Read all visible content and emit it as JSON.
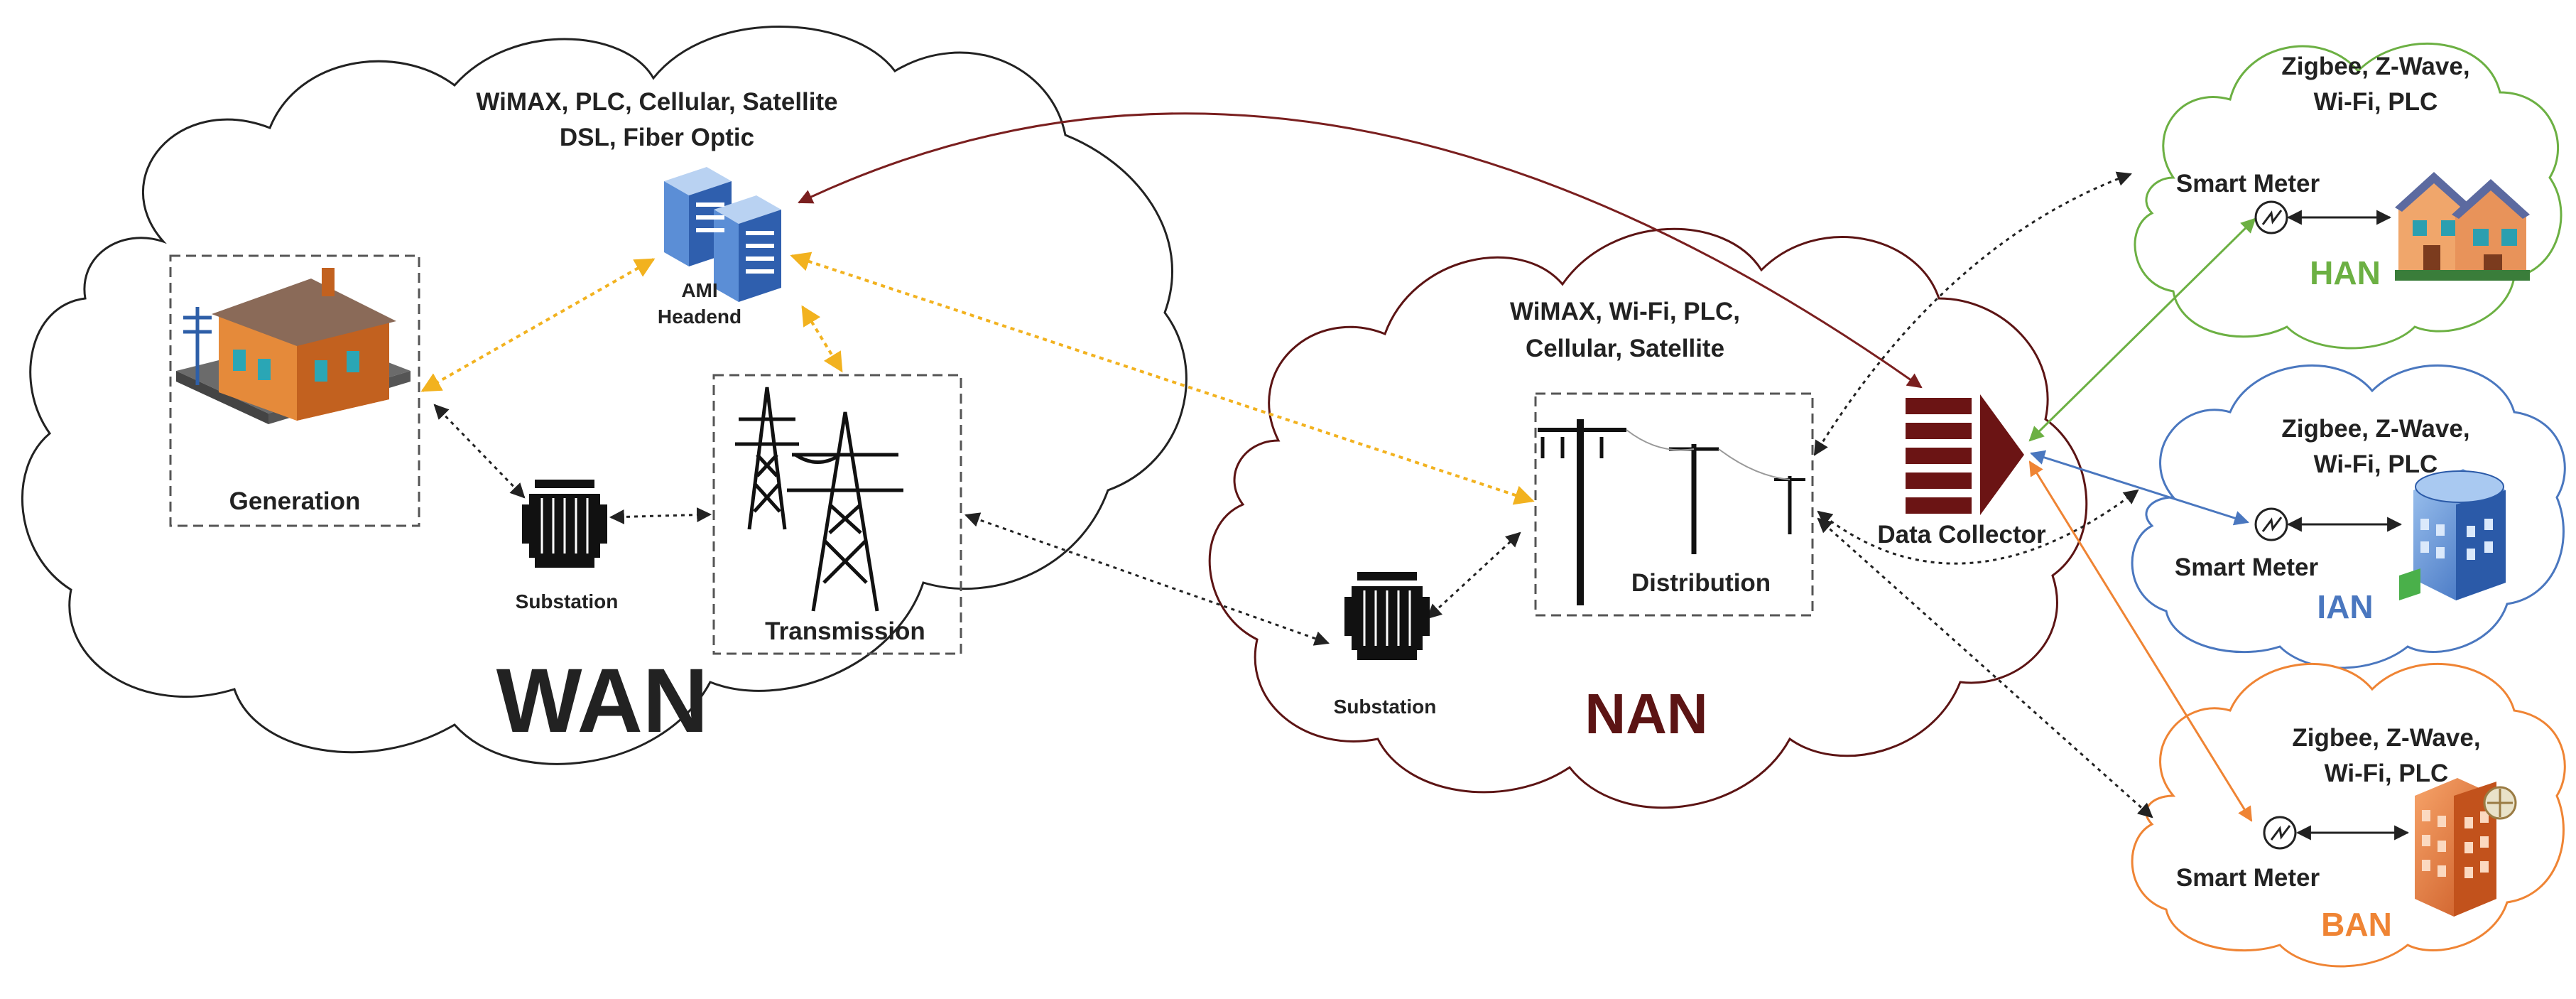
{
  "colors": {
    "wan": "#222222",
    "nan": "#5c1414",
    "han": "#6cb043",
    "ian": "#4a77bf",
    "ban": "#ef8434",
    "link_yellow": "#f2b21f",
    "link_dark": "#222222",
    "link_red": "#7a1f1f"
  },
  "wan": {
    "title": "WAN",
    "tech_line1": "WiMAX, PLC, Cellular, Satellite",
    "tech_line2": "DSL, Fiber Optic",
    "headend_line1": "AMI",
    "headend_line2": "Headend",
    "generation": "Generation",
    "substation": "Substation",
    "transmission": "Transmission"
  },
  "nan": {
    "title": "NAN",
    "tech_line1": "WiMAX, Wi-Fi, PLC,",
    "tech_line2": "Cellular, Satellite",
    "distribution": "Distribution",
    "substation": "Substation",
    "data_collector": "Data Collector"
  },
  "han": {
    "title": "HAN",
    "tech_line1": "Zigbee, Z-Wave,",
    "tech_line2": "Wi-Fi, PLC",
    "meter": "Smart Meter",
    "building_icon": "houses-icon"
  },
  "ian": {
    "title": "IAN",
    "tech_line1": "Zigbee, Z-Wave,",
    "tech_line2": "Wi-Fi, PLC",
    "meter": "Smart Meter",
    "building_icon": "factory-building-icon"
  },
  "ban": {
    "title": "BAN",
    "tech_line1": "Zigbee, Z-Wave,",
    "tech_line2": "Wi-Fi, PLC",
    "meter": "Smart Meter",
    "building_icon": "office-building-icon"
  }
}
